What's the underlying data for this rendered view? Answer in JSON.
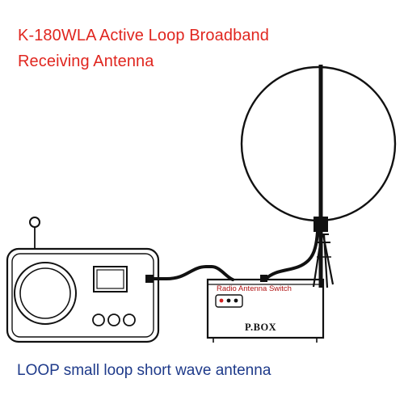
{
  "title": {
    "line1": "K-180WLA Active Loop Broadband",
    "line2": "Receiving Antenna"
  },
  "box": {
    "switch_label": "Radio Antenna Switch",
    "name": "P.BOX"
  },
  "caption": "LOOP small loop short wave antenna",
  "colors": {
    "title": "#e0261f",
    "caption": "#1e3a8a",
    "switch_label": "#b11414",
    "line_art": "#111111"
  }
}
